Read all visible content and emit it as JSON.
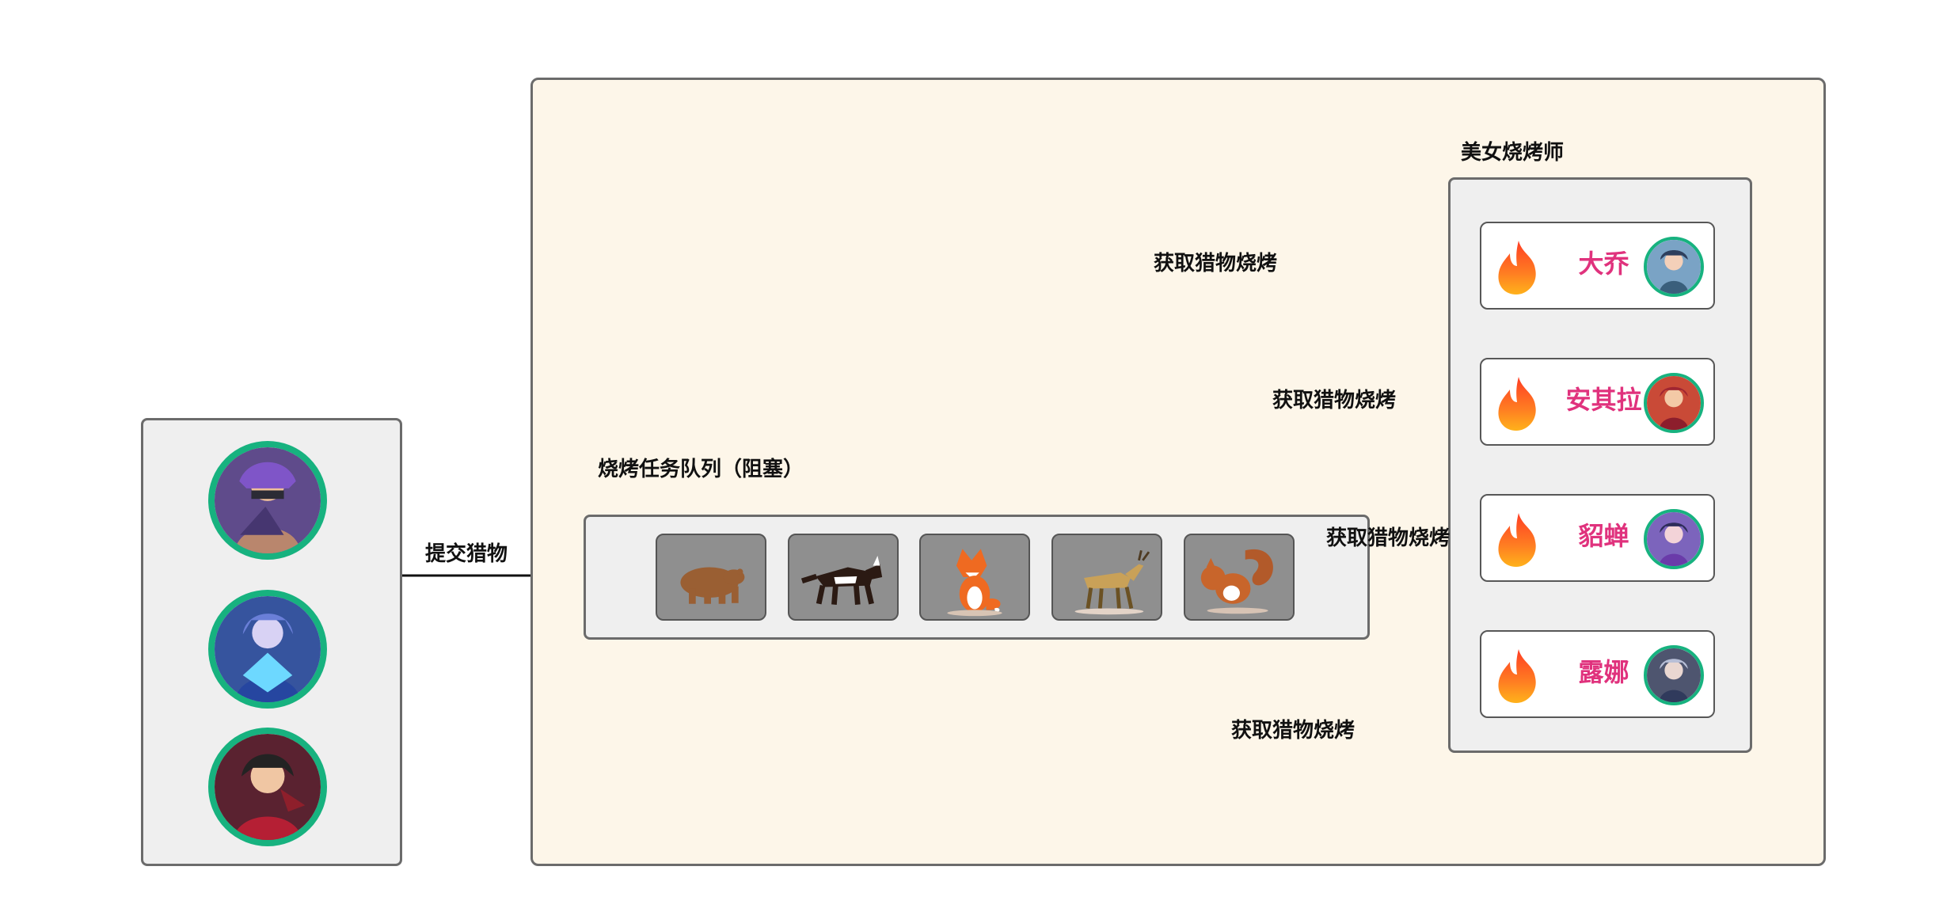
{
  "queue": {
    "title": "烧烤任务队列（阻塞）"
  },
  "chefs": {
    "title": "美女烧烤师",
    "items": [
      {
        "name": "大乔"
      },
      {
        "name": "安其拉"
      },
      {
        "name": "貂蝉"
      },
      {
        "name": "露娜"
      }
    ]
  },
  "actions": {
    "submit": "提交猎物",
    "fetch": "获取猎物烧烤"
  },
  "icons": {
    "hunters": [
      "hunter-avatar-icon",
      "hunter-avatar-icon",
      "hunter-avatar-icon"
    ],
    "animals": [
      "bear-icon",
      "wolf-icon",
      "fox-icon",
      "deer-icon",
      "squirrel-icon"
    ],
    "chef_fire": "fire-icon"
  },
  "colors": {
    "main_panel": "#fdf6e9",
    "panel_gray": "#efefef",
    "border": "#6b6b6b",
    "accent_green": "#17b27f",
    "accent_pink": "#e0327d",
    "arrow_black": "#111111",
    "animal_card": "#8f8f8f"
  }
}
